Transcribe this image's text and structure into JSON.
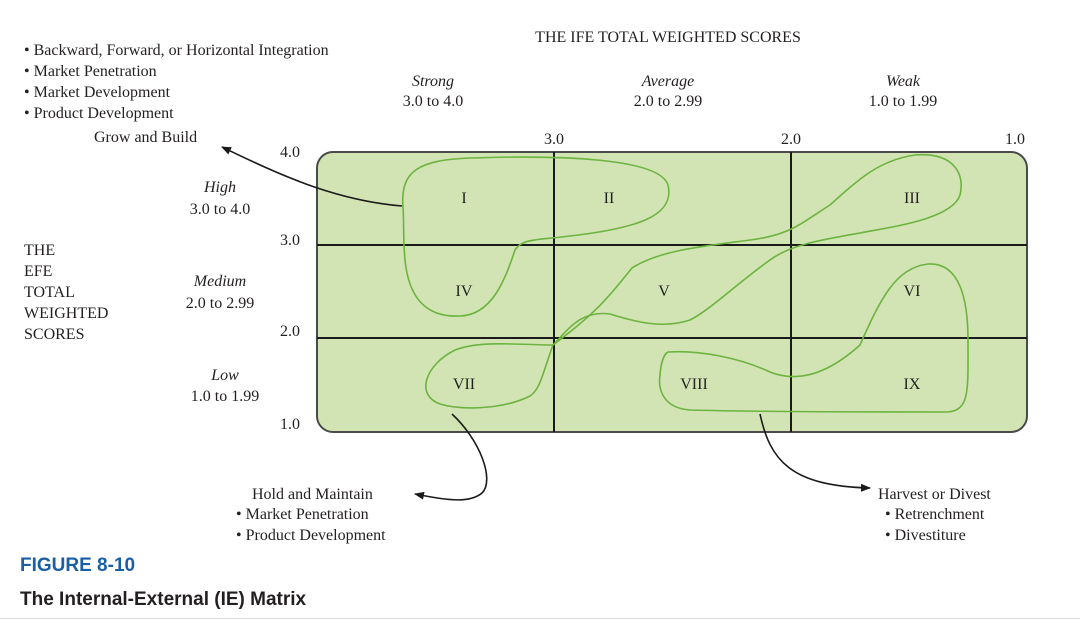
{
  "header": {
    "ife_title": "THE IFE TOTAL WEIGHTED SCORES",
    "columns": [
      {
        "name": "Strong",
        "range": "3.0 to 4.0"
      },
      {
        "name": "Average",
        "range": "2.0 to 2.99"
      },
      {
        "name": "Weak",
        "range": "1.0 to 1.99"
      }
    ],
    "ife_ticks": [
      "3.0",
      "2.0",
      "1.0"
    ]
  },
  "left_axis": {
    "title_lines": [
      "THE",
      "EFE",
      "TOTAL",
      "WEIGHTED",
      "SCORES"
    ],
    "rows": [
      {
        "name": "High",
        "range": "3.0 to 4.0"
      },
      {
        "name": "Medium",
        "range": "2.0 to 2.99"
      },
      {
        "name": "Low",
        "range": "1.0 to 1.99"
      }
    ],
    "efe_ticks": [
      "4.0",
      "3.0",
      "2.0",
      "1.0"
    ]
  },
  "cells": [
    "I",
    "II",
    "III",
    "IV",
    "V",
    "VI",
    "VII",
    "VIII",
    "IX"
  ],
  "strategies": {
    "grow": {
      "items": [
        "Backward, Forward, or Horizontal Integration",
        "Market Penetration",
        "Market Development",
        "Product Development"
      ],
      "label": "Grow and Build"
    },
    "hold": {
      "label": "Hold and Maintain",
      "items": [
        "Market Penetration",
        "Product Development"
      ]
    },
    "harvest": {
      "label": "Harvest or Divest",
      "items": [
        "Retrenchment",
        "Divestiture"
      ]
    }
  },
  "figure": {
    "number": "FIGURE 8-10",
    "title": "The Internal-External (IE) Matrix"
  },
  "colors": {
    "matrix_fill": "#d2e4b4",
    "region_outline": "#6cb33f",
    "grid_line": "#1a1a1a",
    "figure_number": "#1a5ea6"
  }
}
